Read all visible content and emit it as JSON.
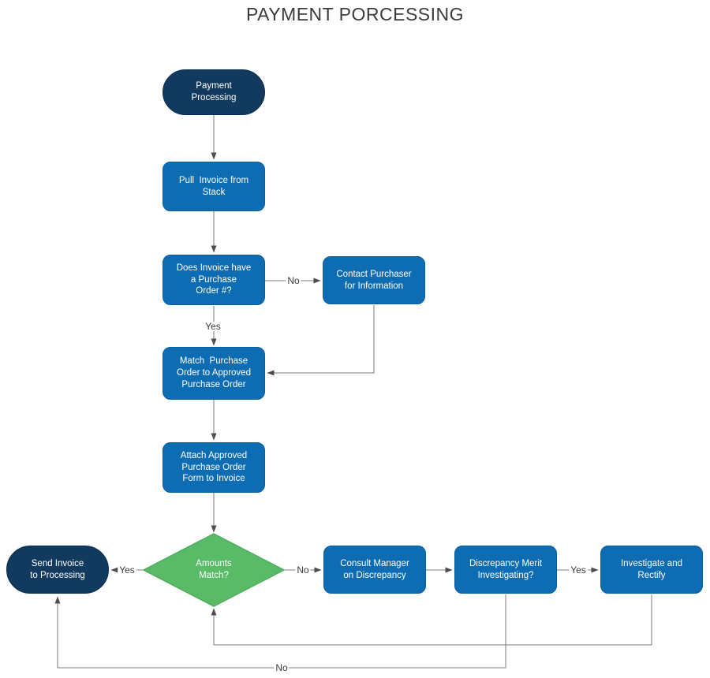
{
  "title": "PAYMENT PORCESSING",
  "nodes": {
    "start": {
      "label": "Payment\nProcessing",
      "type": "terminator"
    },
    "pull_invoice": {
      "label": "Pull  Invoice from\nStack",
      "type": "process"
    },
    "has_po": {
      "label": "Does Invoice have\na Purchase\nOrder #?",
      "type": "process"
    },
    "contact_purchaser": {
      "label": "Contact Purchaser\nfor Information",
      "type": "process"
    },
    "match_po": {
      "label": "Match  Purchase\nOrder to Approved\nPurchase Order",
      "type": "process"
    },
    "attach_form": {
      "label": "Attach Approved\nPurchase Order\nForm to Invoice",
      "type": "process"
    },
    "amounts_match": {
      "label": "Amounts\nMatch?",
      "type": "decision"
    },
    "send_invoice": {
      "label": "Send Invoice\nto Processing",
      "type": "terminator"
    },
    "consult_manager": {
      "label": "Consult Manager\non Discrepancy",
      "type": "process"
    },
    "discrepancy_merit": {
      "label": "Discrepancy Merit\nInvestigating?",
      "type": "process"
    },
    "investigate_rectify": {
      "label": "Investigate and\nRectify",
      "type": "process"
    }
  },
  "edge_labels": {
    "po_no": "No",
    "po_yes": "Yes",
    "amounts_yes": "Yes",
    "amounts_no": "No",
    "merit_yes": "Yes",
    "merit_no": "No"
  },
  "colors": {
    "terminator_fill": "#12395E",
    "process_fill": "#0E6CB3",
    "process_border": "#0B5E9E",
    "decision_fill": "#59BA68",
    "decision_border": "#4FAE5E",
    "connector": "#7B7B7B",
    "arrowhead": "#4D4D4D",
    "title_text": "#3B3B3B",
    "node_text": "#FFFFFF",
    "edge_label_text": "#3C3C3C"
  }
}
